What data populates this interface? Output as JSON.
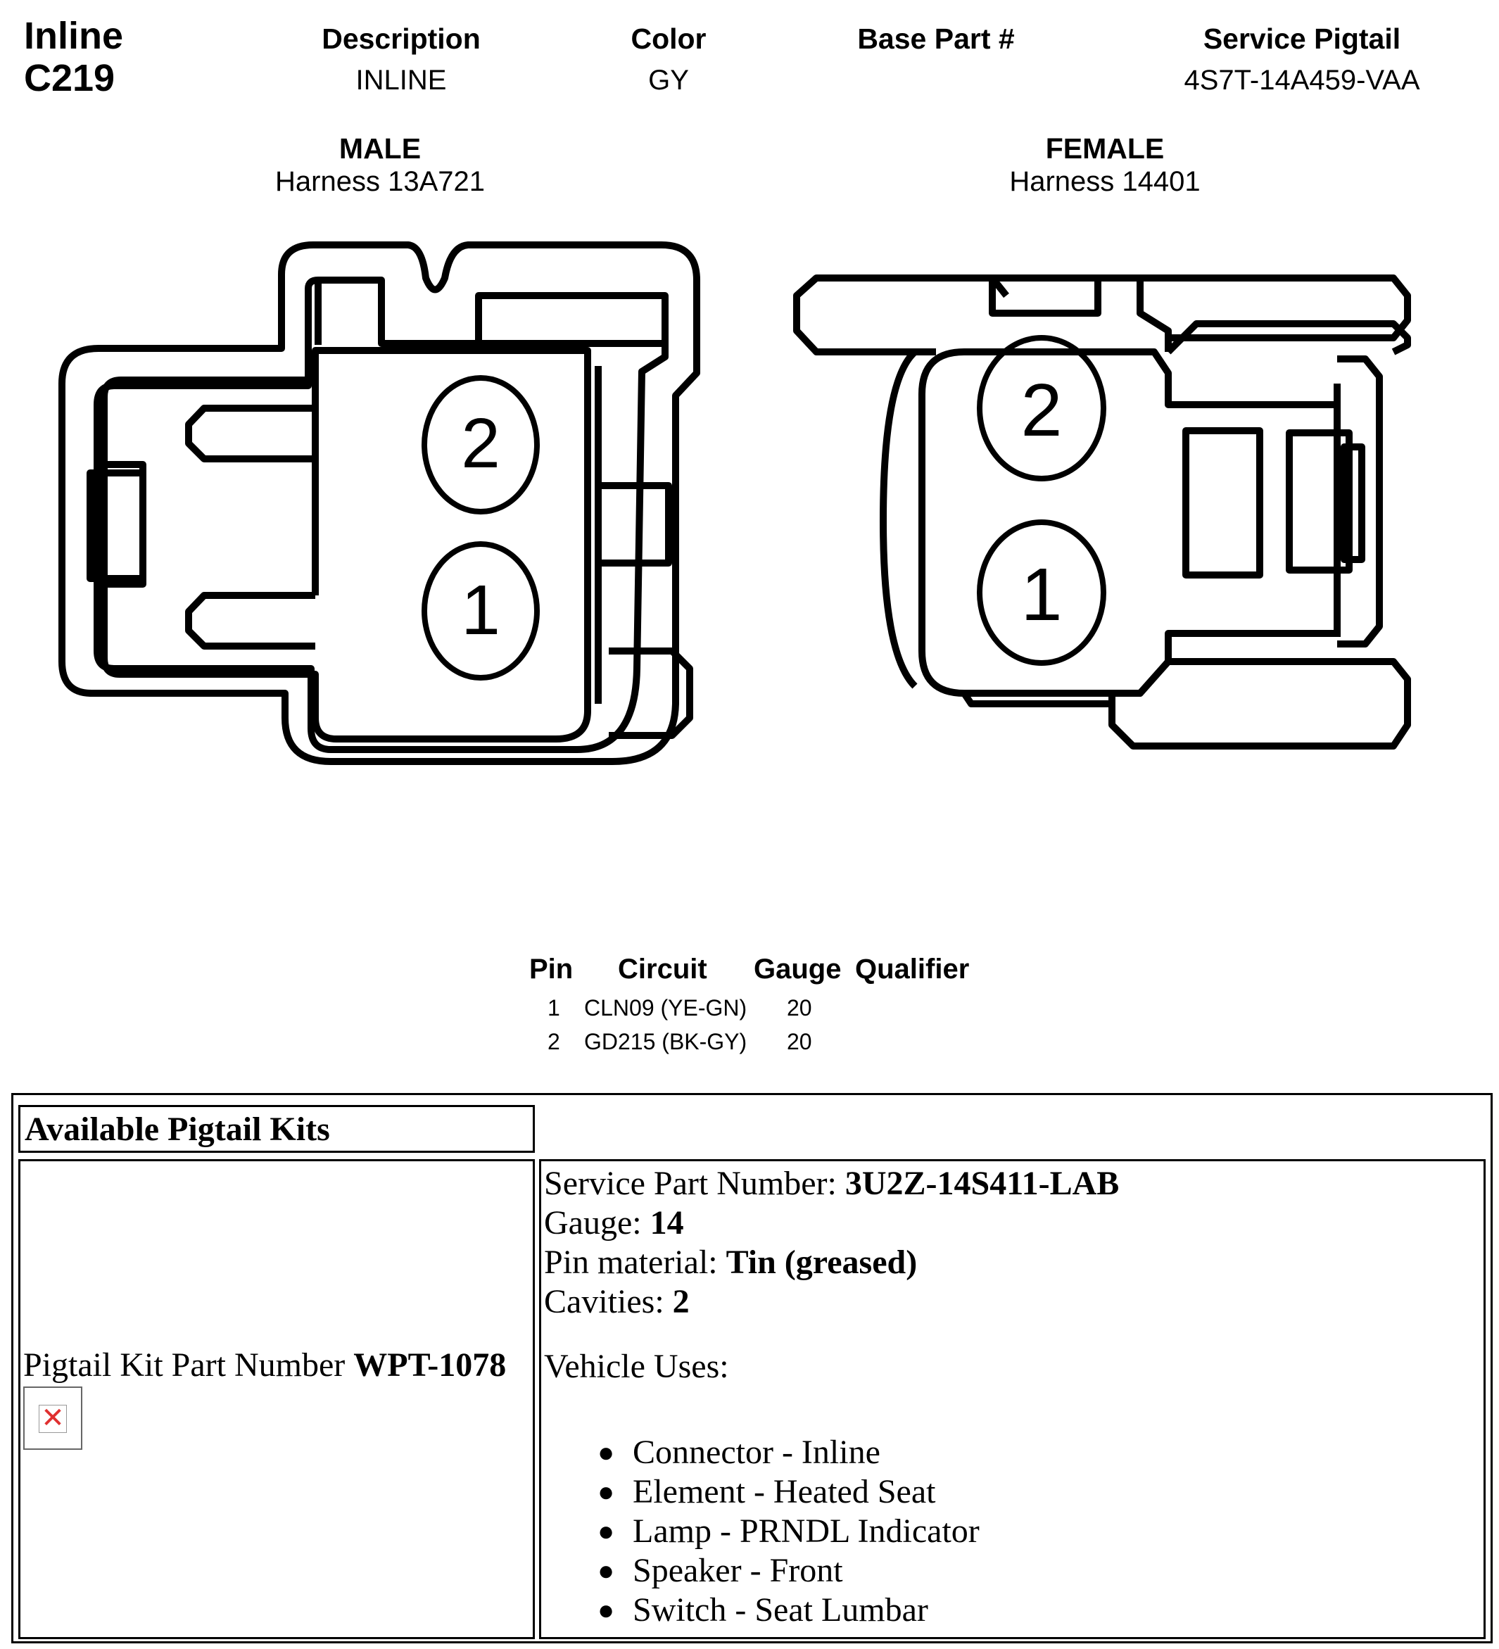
{
  "header": {
    "kind": "Inline",
    "connector_id": "C219",
    "columns": [
      {
        "label": "Description",
        "value": "INLINE"
      },
      {
        "label": "Color",
        "value": "GY"
      },
      {
        "label": "Base Part #",
        "value": ""
      },
      {
        "label": "Service Pigtail",
        "value": "4S7T-14A459-VAA"
      }
    ]
  },
  "male": {
    "title": "MALE",
    "harness": "Harness 13A721",
    "pins": [
      "2",
      "1"
    ]
  },
  "female": {
    "title": "FEMALE",
    "harness": "Harness 14401",
    "pins": [
      "2",
      "1"
    ]
  },
  "pin_table": {
    "headers": [
      "Pin",
      "Circuit",
      "Gauge",
      "Qualifier"
    ],
    "rows": [
      {
        "pin": "1",
        "circuit": "CLN09 (YE-GN)",
        "gauge": "20",
        "qualifier": ""
      },
      {
        "pin": "2",
        "circuit": "GD215 (BK-GY)",
        "gauge": "20",
        "qualifier": ""
      }
    ]
  },
  "kits": {
    "heading": "Available Pigtail Kits",
    "kit_label": "Pigtail Kit Part Number",
    "kit_number": "WPT-1078",
    "broken_image_icon": "broken-image-icon",
    "service_part_label": "Service Part Number:",
    "service_part_value": "3U2Z-14S411-LAB",
    "gauge_label": "Gauge:",
    "gauge_value": "14",
    "pin_material_label": "Pin material:",
    "pin_material_value": "Tin (greased)",
    "cavities_label": "Cavities:",
    "cavities_value": "2",
    "vehicle_uses_label": "Vehicle Uses:",
    "vehicle_uses": [
      "Connector - Inline",
      "Element - Heated Seat",
      "Lamp - PRNDL Indicator",
      "Speaker - Front",
      "Switch - Seat Lumbar"
    ]
  }
}
